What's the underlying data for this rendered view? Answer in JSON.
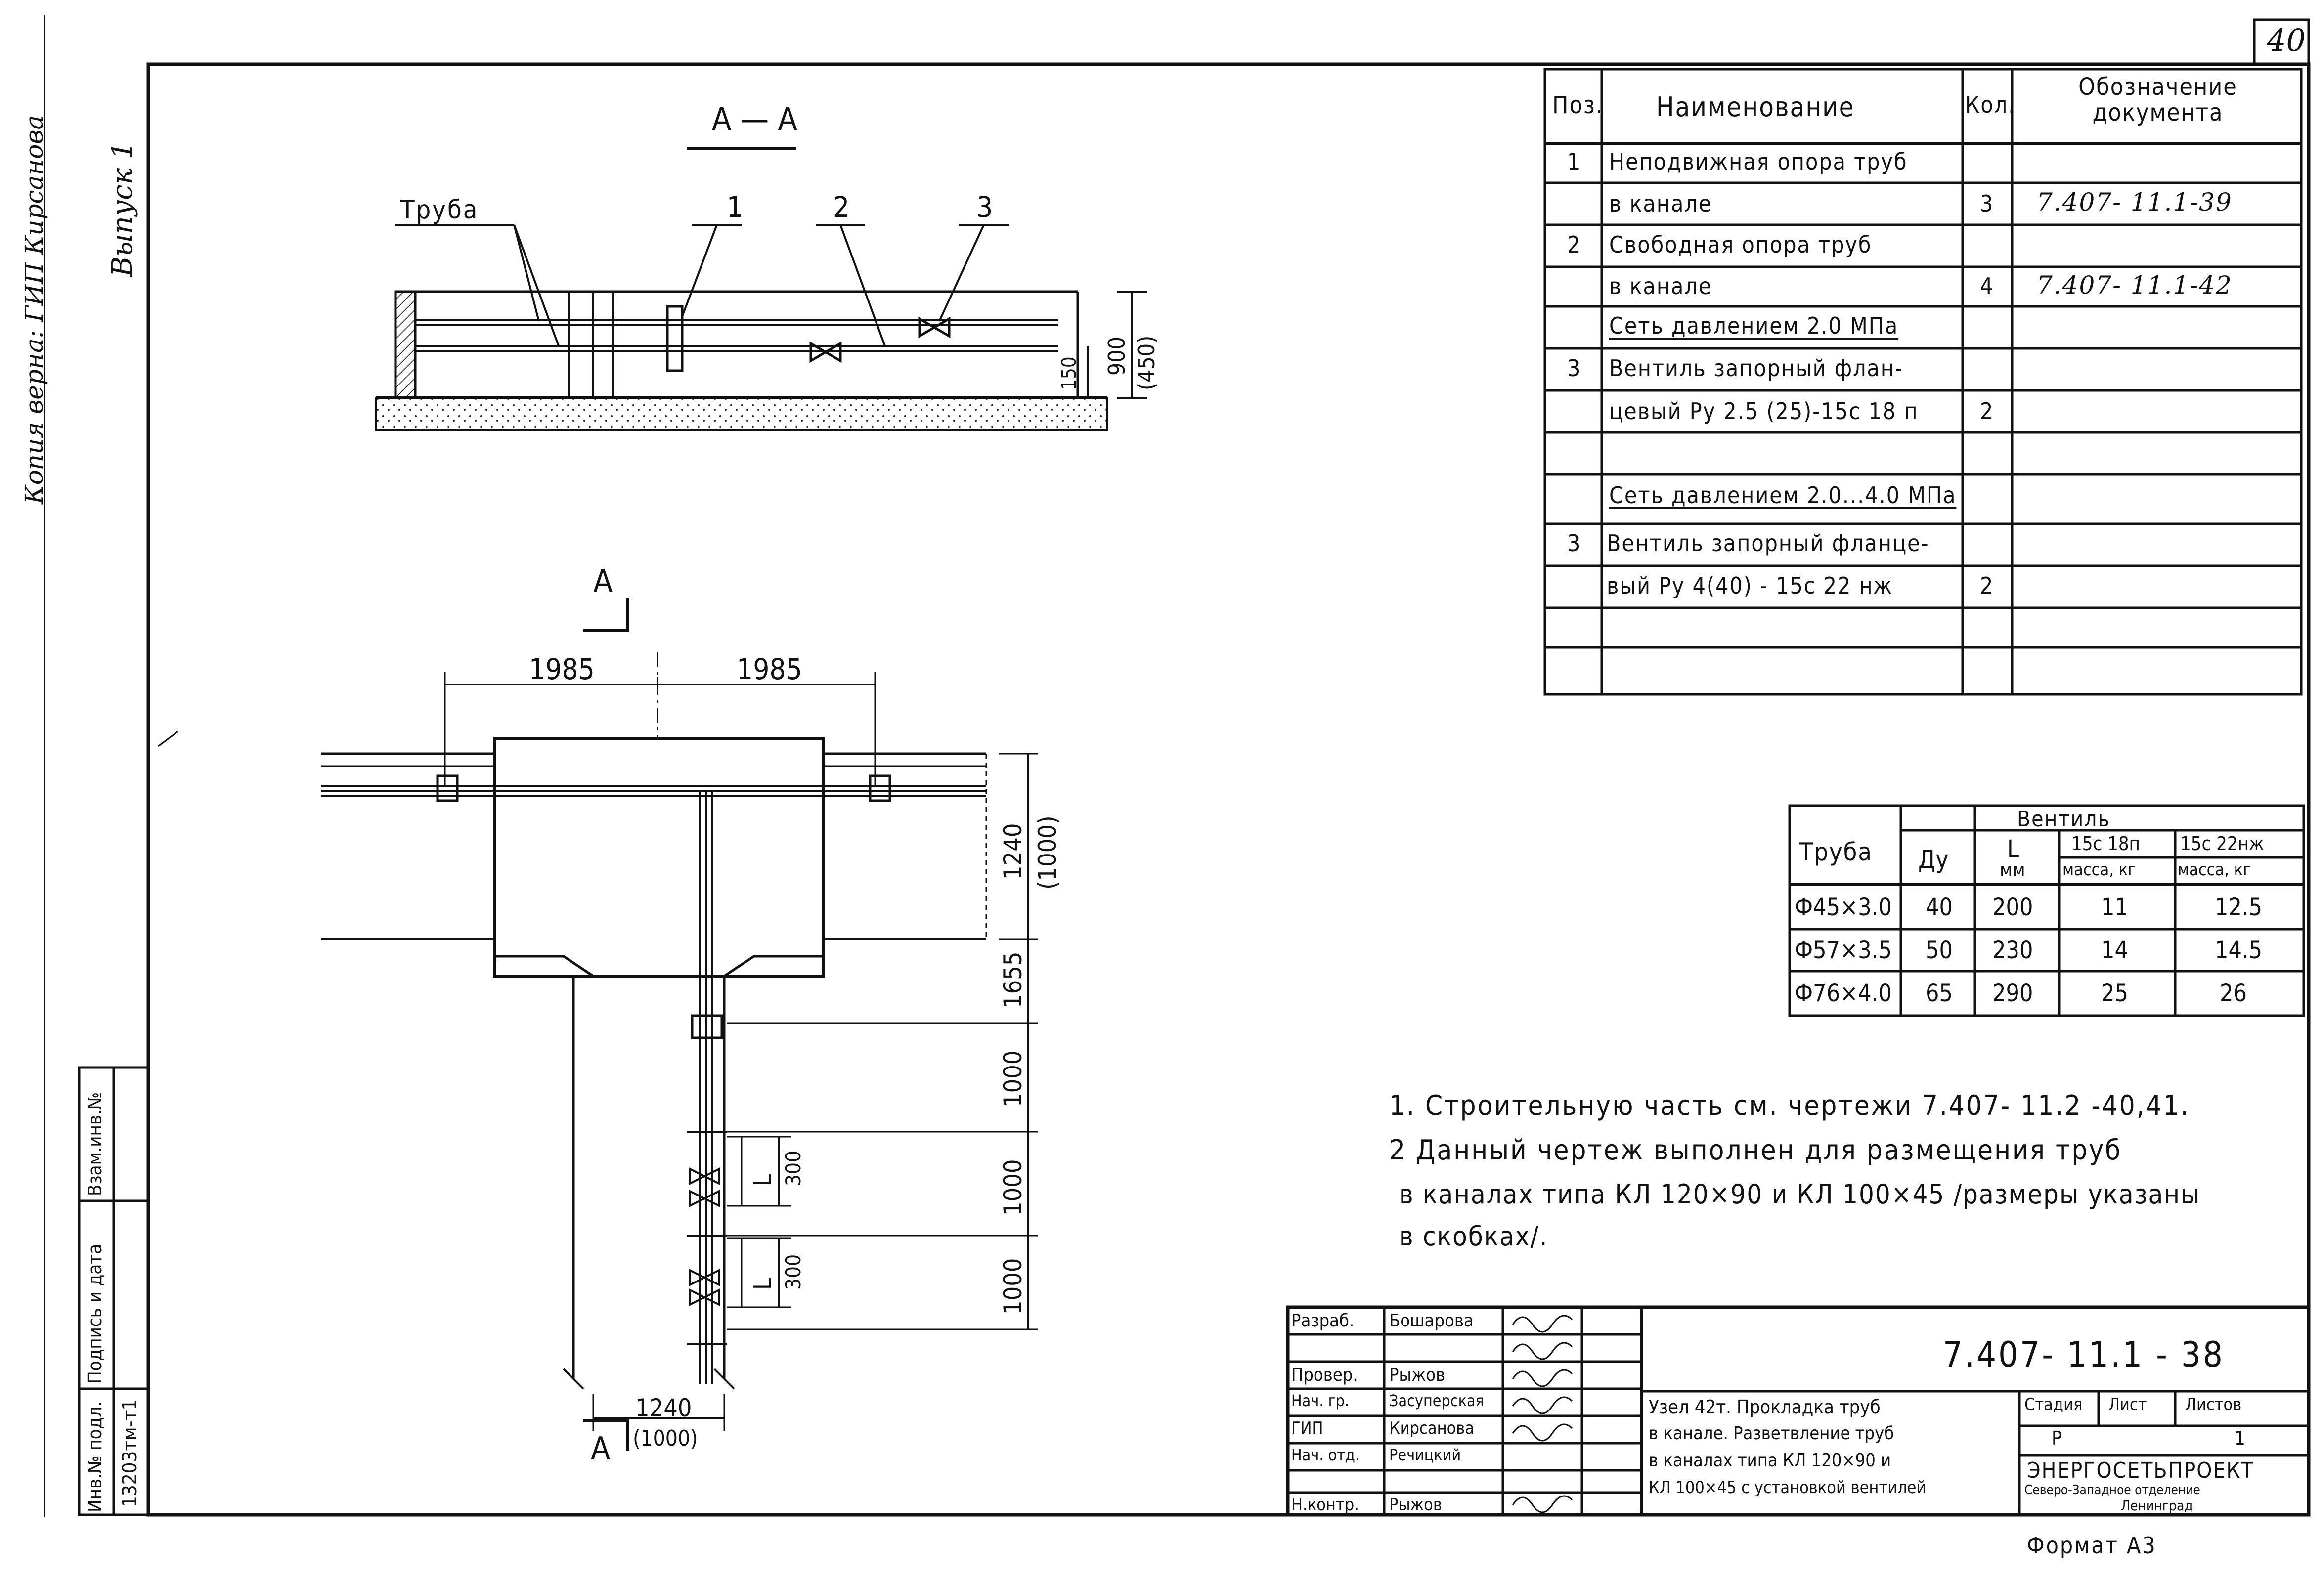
{
  "page": {
    "sheet_number": "40",
    "side_note_1": "Копия верна: ГИП Кирсанова",
    "side_note_2": "Выпуск 1",
    "format_label": "Формат А3"
  },
  "section_view": {
    "title": "А — А",
    "callout_pipe": "Труба",
    "callout_1": "1",
    "callout_2": "2",
    "callout_3": "3",
    "dim_height": "900",
    "dim_height_alt": "(450)",
    "dim_small": "150"
  },
  "plan_view": {
    "section_mark_top": "А",
    "section_mark_bottom": "А",
    "dim_left": "1985",
    "dim_right": "1985",
    "dim_1240": "1240",
    "dim_1000_alt": "(1000)",
    "dim_1655": "1655",
    "dim_1000_a": "1000",
    "dim_1000_b": "1000",
    "dim_1000_c": "1000",
    "dim_L_a": "L",
    "dim_300_a": "300",
    "dim_L_b": "L",
    "dim_300_b": "300",
    "dim_bottom": "1240",
    "dim_bottom_alt": "(1000)"
  },
  "spec_table": {
    "headers": [
      "Поз.",
      "Наименование",
      "Кол.",
      "Обозначение документа"
    ],
    "rows": [
      {
        "pos": "1",
        "name": "Неподвижная опора труб",
        "qty": "",
        "doc": ""
      },
      {
        "pos": "",
        "name": "в канале",
        "qty": "3",
        "doc": "7.407- 11.1-39"
      },
      {
        "pos": "2",
        "name": "Свободная опора труб",
        "qty": "",
        "doc": ""
      },
      {
        "pos": "",
        "name": "в канале",
        "qty": "4",
        "doc": "7.407- 11.1-42"
      },
      {
        "pos": "",
        "name": "Сеть давлением 2.0 МПа",
        "qty": "",
        "doc": ""
      },
      {
        "pos": "3",
        "name": "Вентиль запорный флан-",
        "qty": "",
        "doc": ""
      },
      {
        "pos": "",
        "name": "цевый Ру 2.5 (25)-15с 18 п",
        "qty": "2",
        "doc": ""
      },
      {
        "pos": "",
        "name": "",
        "qty": "",
        "doc": ""
      },
      {
        "pos": "",
        "name": "Сеть давлением 2.0...4.0 МПа",
        "qty": "",
        "doc": ""
      },
      {
        "pos": "3",
        "name": "Вентиль запорный фланце-",
        "qty": "",
        "doc": ""
      },
      {
        "pos": "",
        "name": "вый Ру 4(40) - 15с 22 нж",
        "qty": "2",
        "doc": ""
      },
      {
        "pos": "",
        "name": "",
        "qty": "",
        "doc": ""
      },
      {
        "pos": "",
        "name": "",
        "qty": "",
        "doc": ""
      }
    ]
  },
  "valve_table": {
    "title": "Вентиль",
    "col_pipe": "Труба",
    "col_du": "Ду",
    "col_l": "L",
    "col_l_unit": "мм",
    "col_18p": "15с 18п",
    "col_22nzh": "15с 22нж",
    "col_mass": "масса, кг",
    "rows": [
      {
        "pipe": "Ф45×3.0",
        "du": "40",
        "l": "200",
        "m1": "11",
        "m2": "12.5"
      },
      {
        "pipe": "Ф57×3.5",
        "du": "50",
        "l": "230",
        "m1": "14",
        "m2": "14.5"
      },
      {
        "pipe": "Ф76×4.0",
        "du": "65",
        "l": "290",
        "m1": "25",
        "m2": "26"
      }
    ]
  },
  "notes": [
    "1. Строительную часть см.   чертежи 7.407- 11.2 -40,41.",
    "2 Данный  чертеж  выполнен для  размещения  труб",
    "в каналах  типа  КЛ 120×90 и КЛ 100×45 /размеры указаны",
    "в скобках/."
  ],
  "title_block": {
    "people": [
      {
        "role": "Разраб.",
        "name": "Бошарова"
      },
      {
        "role": "Провер.",
        "name": "Рыжов"
      },
      {
        "role": "Нач. гр.",
        "name": "Засуперская"
      },
      {
        "role": "ГИП",
        "name": "Кирсанова"
      },
      {
        "role": "Нач. отд.",
        "name": "Речицкий"
      },
      {
        "role": "Н.контр.",
        "name": "Рыжов"
      }
    ],
    "doc_number": "7.407- 11.1 - 38",
    "description": [
      "Узел 42т. Прокладка труб",
      "в канале. Разветвление труб",
      "в каналах  типа КЛ 120×90 и",
      "КЛ 100×45 с установкой вентилей"
    ],
    "stage_label": "Стадия",
    "sheet_label": "Лист",
    "sheets_label": "Листов",
    "stage_value": "Р",
    "sheets_value": "1",
    "org": "ЭНЕРГОСЕТЬПРОЕКТ",
    "org_sub1": "Северо-Западное отделение",
    "org_sub2": "Ленинград"
  },
  "left_stamp": {
    "labels": [
      "Инв.№ подл.",
      "Подпись и дата",
      "Взам.инв.№"
    ],
    "inv_value": "13203тм-т1"
  }
}
